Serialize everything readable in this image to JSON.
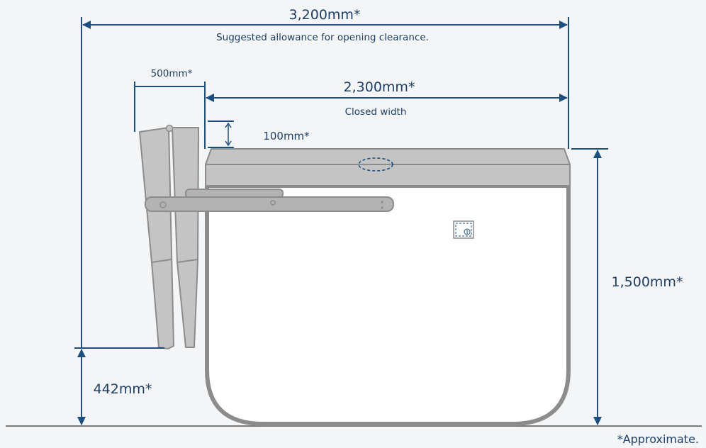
{
  "colors": {
    "background": "#f4f5f7",
    "dimension": "#1b4f80",
    "body_stroke": "#8c8c8c",
    "lid_fill": "#c4c4c4",
    "arm_fill": "#b3b3b3",
    "ground": "#7a7a7a",
    "text": "#1b3f66"
  },
  "dimensions": {
    "overall_width": "3,200mm*",
    "overall_width_note": "Suggested allowance for opening clearance.",
    "closed_width": "2,300mm*",
    "closed_width_note": "Closed width",
    "lid_fold": "500mm*",
    "lid_gap": "100mm*",
    "height": "1,500mm*",
    "lid_clearance": "442mm*"
  },
  "footnote": "*Approximate.",
  "icons": {
    "lid_handle": "dashed-oval-icon",
    "side_lock": "lock-icon"
  }
}
